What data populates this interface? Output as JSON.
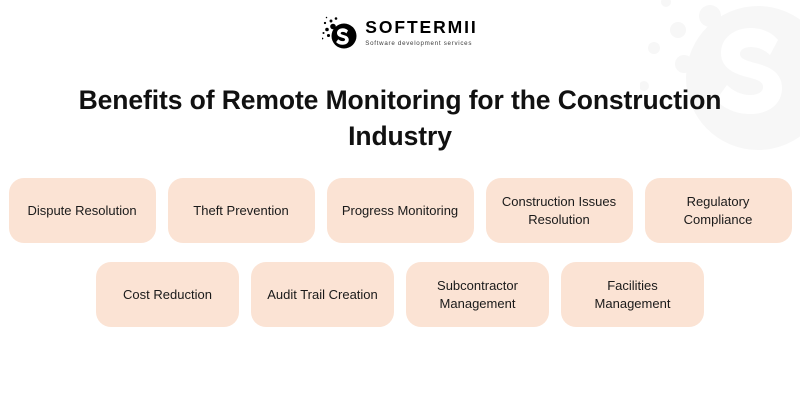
{
  "brand": {
    "logo_icon": "softermii-s-logo-icon",
    "name": "SOFTERMII",
    "tagline": "Software development services"
  },
  "watermark": {
    "icon": "softermii-s-watermark-icon",
    "color": "#F7F7F7"
  },
  "header": {
    "title": "Benefits of Remote Monitoring for the Construction Industry"
  },
  "colors": {
    "card_background": "#FBE3D4",
    "card_text": "#1a1a1a",
    "page_background": "#FFFFFF",
    "logo": "#000000"
  },
  "diagram": {
    "type": "card-grid",
    "rows": [
      {
        "name": "benefits-row-1",
        "cards": [
          {
            "label": "Dispute Resolution"
          },
          {
            "label": "Theft Prevention"
          },
          {
            "label": "Progress Monitoring"
          },
          {
            "label": "Construction Issues Resolution"
          },
          {
            "label": "Regulatory Compliance"
          }
        ]
      },
      {
        "name": "benefits-row-2",
        "cards": [
          {
            "label": "Cost Reduction"
          },
          {
            "label": "Audit Trail Creation"
          },
          {
            "label": "Subcontractor Management"
          },
          {
            "label": "Facilities Management"
          }
        ]
      }
    ]
  }
}
